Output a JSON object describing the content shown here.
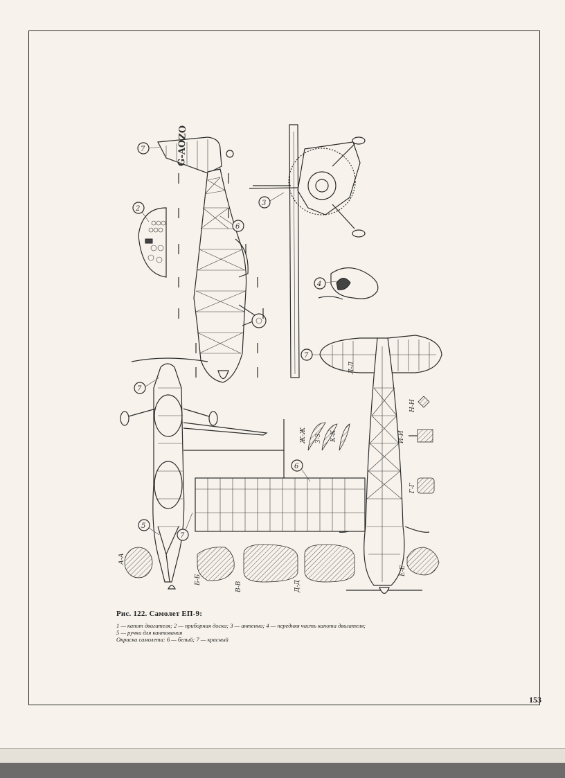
{
  "figure": {
    "title": "Рис. 122. Самолет ЕП-9:",
    "legend_lines": [
      "1 — капот двигателя; 2 — приборная доска; 3 — антенна; 4 — передняя часть капота двигателя;",
      "5 — ручки для кантования",
      "Окраска самолета: 6 — белый; 7 — красный"
    ],
    "registration": "G-AOZO",
    "callouts": [
      "7",
      "2",
      "6",
      "3",
      "4",
      "7",
      "7",
      "5",
      "7",
      "6"
    ],
    "section_labels": [
      "А-А",
      "Б-Б",
      "В-В",
      "Г-Г",
      "Д-Д",
      "Е-Е",
      "Ж-Ж",
      "З-З",
      "И-И",
      "К-К",
      "Л-Л",
      "Н-Н"
    ]
  },
  "page_number": "153"
}
